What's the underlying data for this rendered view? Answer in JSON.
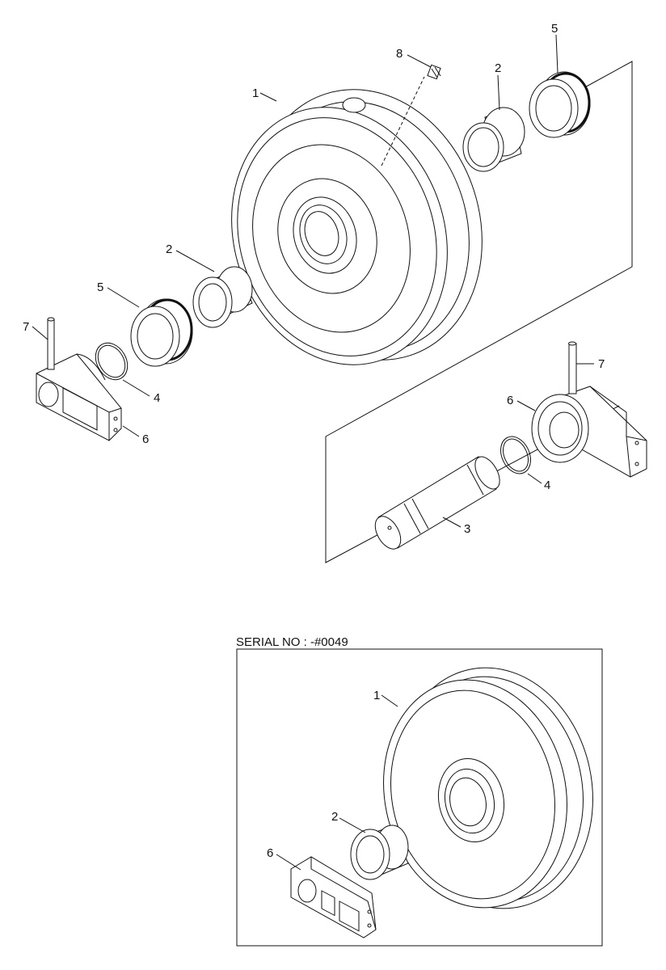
{
  "callouts": {
    "c1_top": "1",
    "c2_top": "2",
    "c2_left": "2",
    "c3": "3",
    "c4_left": "4",
    "c4_right": "4",
    "c5_top": "5",
    "c5_left": "5",
    "c6_left": "6",
    "c6_right": "6",
    "c7_left": "7",
    "c7_right": "7",
    "c8": "8",
    "c1_inset": "1",
    "c2_inset": "2",
    "c6_inset": "6"
  },
  "inset": {
    "serial_label": "SERIAL NO : -#0049"
  }
}
